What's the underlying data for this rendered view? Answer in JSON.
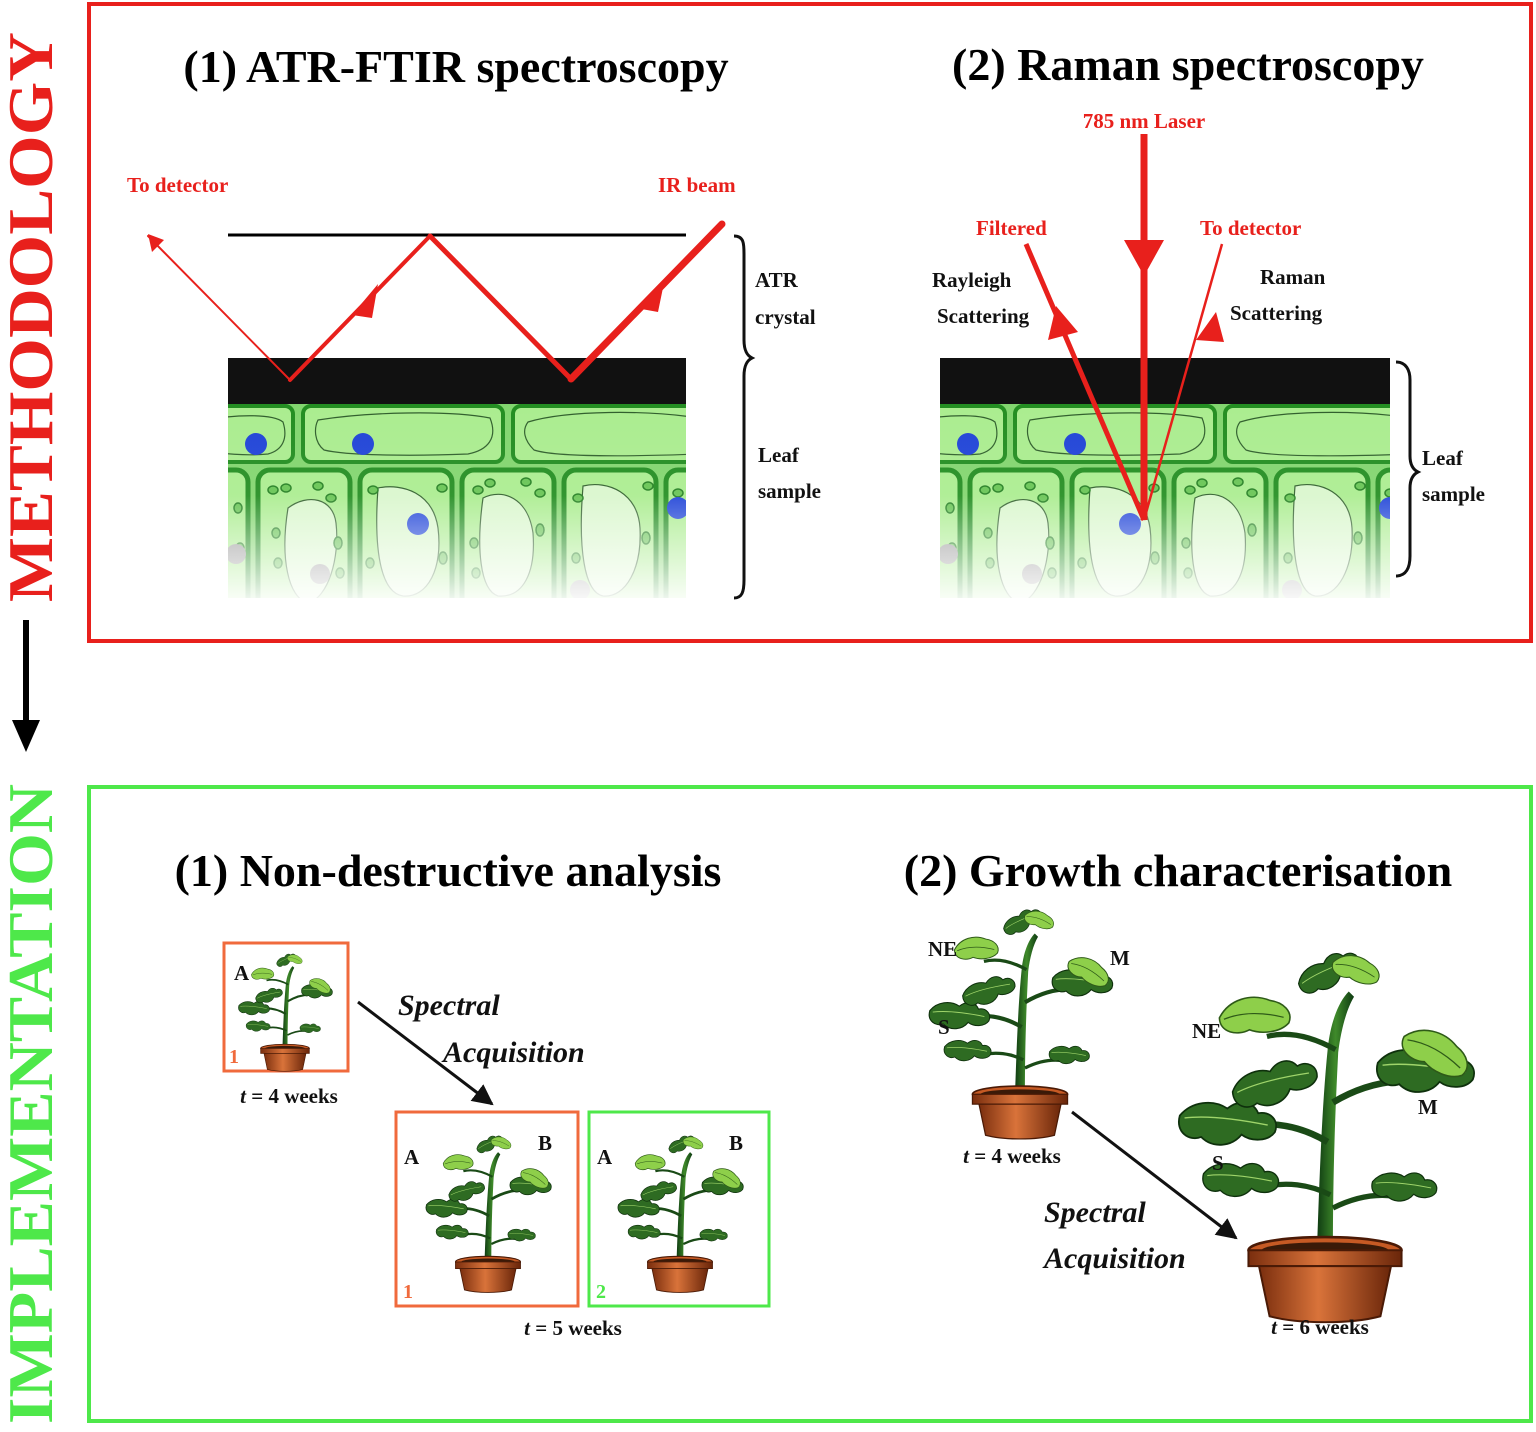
{
  "side_labels": {
    "methodology": "METHODOLOGY",
    "implementation": "IMPLEMENTATION"
  },
  "methodology": {
    "atr": {
      "title": "(1) ATR-FTIR spectroscopy",
      "to_detector": "To detector",
      "ir_beam": "IR beam",
      "crystal_line1": "ATR",
      "crystal_line2": "crystal",
      "leaf_line1": "Leaf",
      "leaf_line2": "sample"
    },
    "raman": {
      "title": "(2) Raman spectroscopy",
      "laser": "785 nm Laser",
      "filtered": "Filtered",
      "to_detector": "To detector",
      "rayleigh_line1": "Rayleigh",
      "rayleigh_line2": "Scattering",
      "raman_line1": "Raman",
      "raman_line2": "Scattering",
      "leaf_line1": "Leaf",
      "leaf_line2": "sample"
    }
  },
  "implementation": {
    "nda": {
      "title": "(1) Non-destructive analysis",
      "spectral": "Spectral",
      "acquisition": "Acquisition",
      "plant1_label": "A",
      "plant1_box": "1",
      "t4_italic": "t",
      "t4_rest": " = 4 weeks",
      "plant2_label_a": "A",
      "plant2_label_b": "B",
      "plant2_box": "1",
      "plant3_label_a": "A",
      "plant3_label_b": "B",
      "plant3_box": "2",
      "t5_italic": "t",
      "t5_rest": " = 5 weeks"
    },
    "growth": {
      "title": "(2) Growth characterisation",
      "small_ne": "NE",
      "small_m": "M",
      "small_s": "S",
      "t4_italic": "t",
      "t4_rest": " = 4 weeks",
      "spectral": "Spectral",
      "acquisition": "Acquisition",
      "big_ne": "NE",
      "big_m": "M",
      "big_s": "S",
      "t6_italic": "t",
      "t6_rest": " = 6 weeks"
    }
  },
  "colors": {
    "red": "#e8201c",
    "green": "#4ee84a",
    "orange": "#f06a3c",
    "leaf_dark": "#1f5a1c",
    "leaf_light": "#6fb33a",
    "pot": "#b5521f"
  }
}
